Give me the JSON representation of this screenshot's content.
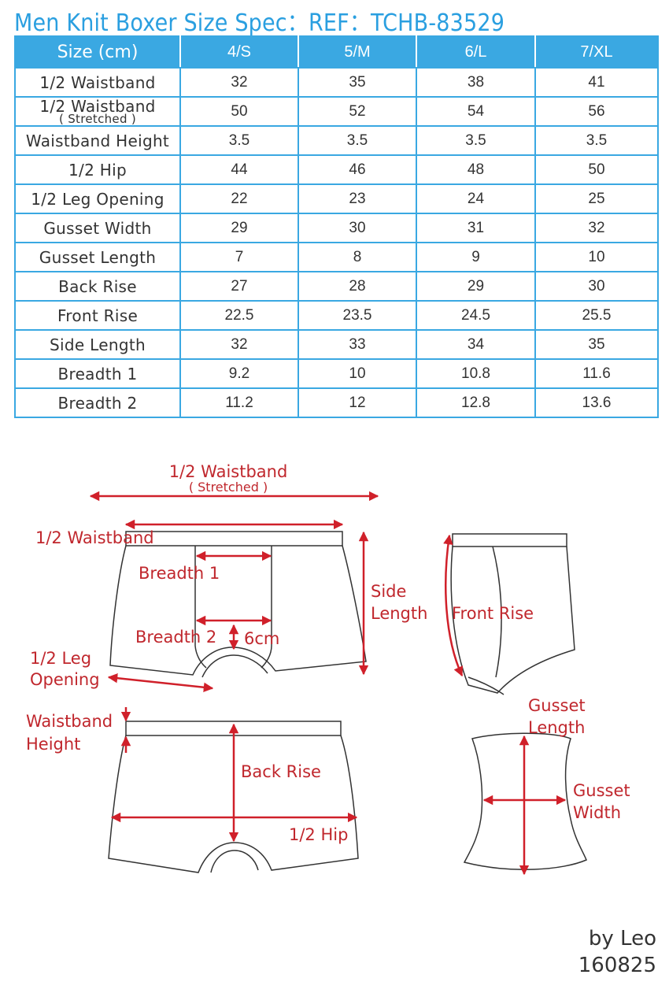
{
  "title": "Men Knit Boxer Size Spec：REF：TCHB-83529",
  "table": {
    "headers": [
      "Size (cm)",
      "4/S",
      "5/M",
      "6/L",
      "7/XL"
    ],
    "rows": [
      {
        "label": "1/2 Waistband",
        "values": [
          "32",
          "35",
          "38",
          "41"
        ]
      },
      {
        "label": "1/2 Waistband",
        "sublabel": "( Stretched )",
        "values": [
          "50",
          "52",
          "54",
          "56"
        ]
      },
      {
        "label": "Waistband Height",
        "values": [
          "3.5",
          "3.5",
          "3.5",
          "3.5"
        ]
      },
      {
        "label": "1/2 Hip",
        "values": [
          "44",
          "46",
          "48",
          "50"
        ]
      },
      {
        "label": "1/2 Leg Opening",
        "values": [
          "22",
          "23",
          "24",
          "25"
        ]
      },
      {
        "label": "Gusset Width",
        "values": [
          "29",
          "30",
          "31",
          "32"
        ]
      },
      {
        "label": "Gusset Length",
        "values": [
          "7",
          "8",
          "9",
          "10"
        ]
      },
      {
        "label": "Back Rise",
        "values": [
          "27",
          "28",
          "29",
          "30"
        ]
      },
      {
        "label": "Front Rise",
        "values": [
          "22.5",
          "23.5",
          "24.5",
          "25.5"
        ]
      },
      {
        "label": "Side Length",
        "values": [
          "32",
          "33",
          "34",
          "35"
        ]
      },
      {
        "label": "Breadth 1",
        "values": [
          "9.2",
          "10",
          "10.8",
          "11.6"
        ]
      },
      {
        "label": "Breadth 2",
        "values": [
          "11.2",
          "12",
          "12.8",
          "13.6"
        ]
      }
    ]
  },
  "diagram": {
    "waistband_stretched": "1/2 Waistband",
    "waistband_stretched_sub": "( Stretched )",
    "waistband": "1/2 Waistband",
    "breadth1": "Breadth 1",
    "breadth2": "Breadth 2",
    "six_cm": "6cm",
    "side_length_1": "Side",
    "side_length_2": "Length",
    "front_rise": "Front Rise",
    "leg_opening_1": "1/2 Leg",
    "leg_opening_2": "Opening",
    "waistband_height_1": "Waistband",
    "waistband_height_2": "Height",
    "back_rise": "Back Rise",
    "hip": "1/2 Hip",
    "gusset_length_1": "Gusset",
    "gusset_length_2": "Length",
    "gusset_width_1": "Gusset",
    "gusset_width_2": "Width"
  },
  "signature": {
    "author": "by Leo",
    "date": "160825"
  },
  "colors": {
    "accent_blue": "#3aa8e2",
    "title_blue": "#2a9fe0",
    "measure_red": "#d0202a"
  }
}
